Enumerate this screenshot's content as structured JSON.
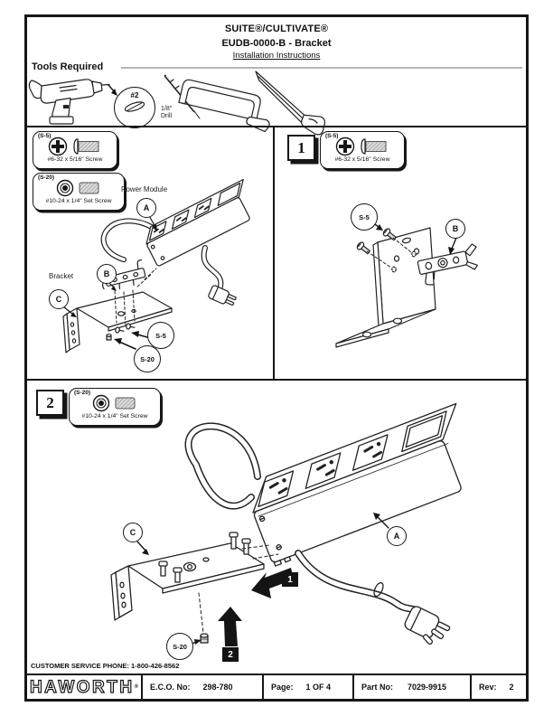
{
  "header": {
    "brand": "SUITE®/CULTIVATE®",
    "product": "EUDB-0000-B - Bracket",
    "doc_type": "Installation Instructions"
  },
  "tools": {
    "label": "Tools Required",
    "bit_label": "#2",
    "drill_size": "1/8\"",
    "drill_word": "Drill"
  },
  "hardware": {
    "s5": {
      "id": "(S-5)",
      "desc": "#6-32 x 5/16\" Screw"
    },
    "s20": {
      "id": "(S-20)",
      "desc": "#10-24 x 1/4\" Set Screw"
    }
  },
  "steps": [
    {
      "number": "1"
    },
    {
      "number": "2"
    }
  ],
  "labels": {
    "power_module": "Power Module",
    "bracket": "Bracket"
  },
  "callouts": {
    "a": "A",
    "b": "B",
    "c": "C",
    "s5": "S-5",
    "s20": "S-20"
  },
  "step2": {
    "tag1": "1",
    "tag2": "2"
  },
  "icons": {
    "drill": "power-drill-icon",
    "bit": "phillips-bit-icon",
    "rod": "drill-bit-icon",
    "saw1": "hacksaw-icon",
    "saw2": "drywall-saw-icon",
    "screw": "pan-head-screw-icon",
    "set_screw": "set-screw-icon",
    "plug": "power-plug-icon",
    "module": "power-module-icon",
    "bracket": "l-bracket-icon"
  },
  "colors": {
    "line": "#222222",
    "black": "#141414",
    "hatch": "#9a9a9a"
  },
  "footer": {
    "customer_service": "CUSTOMER SERVICE PHONE: 1-800-426-8562",
    "logo": "HAWORTH",
    "logo_reg": "®",
    "eco_label": "E.C.O. No:",
    "eco_value": "298-780",
    "page_label": "Page:",
    "page_value": "1 OF 4",
    "part_label": "Part No:",
    "part_value": "7029-9915",
    "rev_label": "Rev:",
    "rev_value": "2"
  }
}
